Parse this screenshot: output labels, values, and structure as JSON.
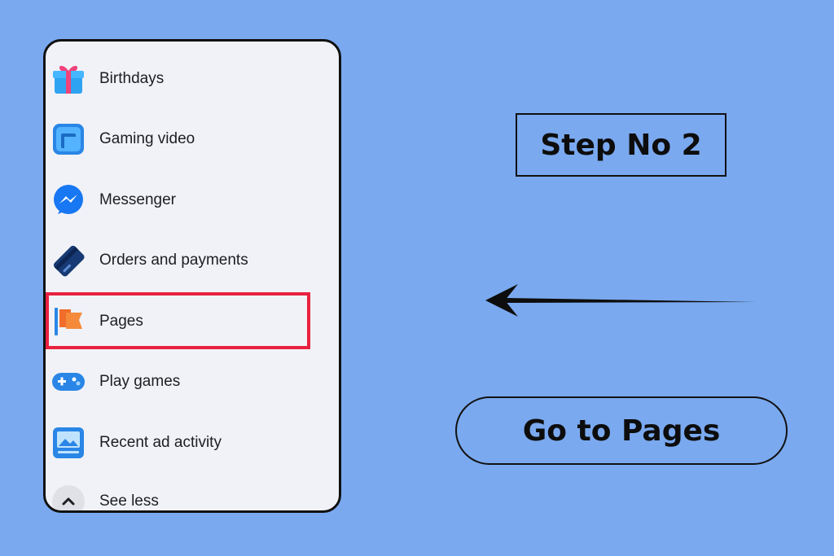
{
  "menu": {
    "items": [
      {
        "label": "Birthdays",
        "icon": "gift-icon"
      },
      {
        "label": "Gaming video",
        "icon": "gaming-video-icon"
      },
      {
        "label": "Messenger",
        "icon": "messenger-icon"
      },
      {
        "label": "Orders and payments",
        "icon": "payment-card-icon"
      },
      {
        "label": "Pages",
        "icon": "flag-icon"
      },
      {
        "label": "Play games",
        "icon": "gamepad-icon"
      },
      {
        "label": "Recent ad activity",
        "icon": "ad-activity-icon"
      },
      {
        "label": "See less",
        "icon": "chevron-up-icon"
      }
    ]
  },
  "annotation": {
    "step_label": "Step No 2",
    "instruction": "Go to Pages"
  },
  "colors": {
    "background": "#7aa9ef",
    "highlight": "#e8213f",
    "panel": "#f1f2f7"
  }
}
